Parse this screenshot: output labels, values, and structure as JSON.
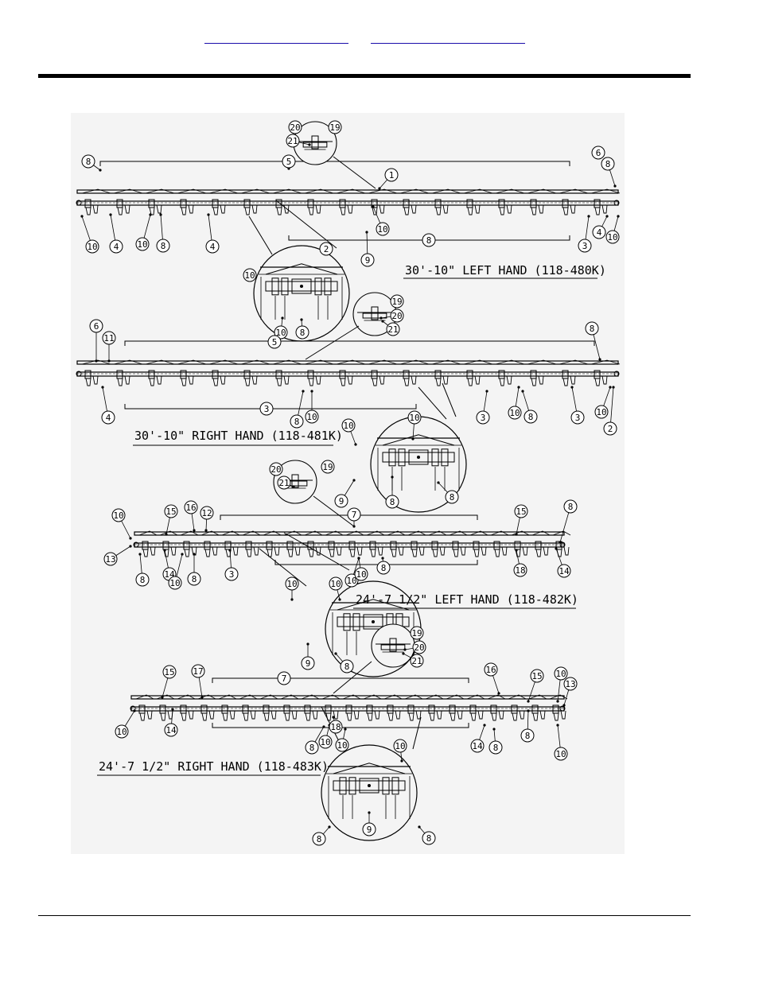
{
  "header": {
    "link_left": "",
    "link_right": ""
  },
  "colors": {
    "ink": "#000000",
    "link": "#1a0dab",
    "paper": "#f4f4f4"
  },
  "diagram": {
    "views": [
      {
        "id": "lh30",
        "caption": "30'-10\" LEFT HAND (118-480K)",
        "balloons": [
          "8",
          "5",
          "20",
          "19",
          "21",
          "1",
          "6",
          "8",
          "10",
          "4",
          "10",
          "8",
          "4",
          "10",
          "8",
          "3",
          "4",
          "10",
          "2",
          "10",
          "10",
          "8",
          "9"
        ]
      },
      {
        "id": "rh30",
        "caption": "30'-10\" RIGHT HAND (118-481K)",
        "balloons": [
          "6",
          "11",
          "5",
          "19",
          "20",
          "21",
          "8",
          "4",
          "3",
          "8",
          "10",
          "3",
          "10",
          "8",
          "3",
          "10",
          "2",
          "10",
          "10",
          "8",
          "9",
          "8"
        ]
      },
      {
        "id": "lh24",
        "caption": "24'-7 1/2\" LEFT HAND (118-482K)",
        "balloons": [
          "20",
          "19",
          "21",
          "7",
          "10",
          "15",
          "16",
          "12",
          "15",
          "8",
          "13",
          "14",
          "8",
          "10",
          "8",
          "3",
          "10",
          "8",
          "18",
          "14",
          "10",
          "10",
          "10",
          "9",
          "8"
        ]
      },
      {
        "id": "rh24",
        "caption": "24'-7 1/2\" RIGHT HAND (118-483K)",
        "balloons": [
          "19",
          "20",
          "21",
          "15",
          "17",
          "7",
          "16",
          "15",
          "10",
          "13",
          "10",
          "14",
          "8",
          "10",
          "18",
          "10",
          "8",
          "14",
          "8",
          "10",
          "10",
          "8",
          "9",
          "8"
        ]
      }
    ]
  }
}
